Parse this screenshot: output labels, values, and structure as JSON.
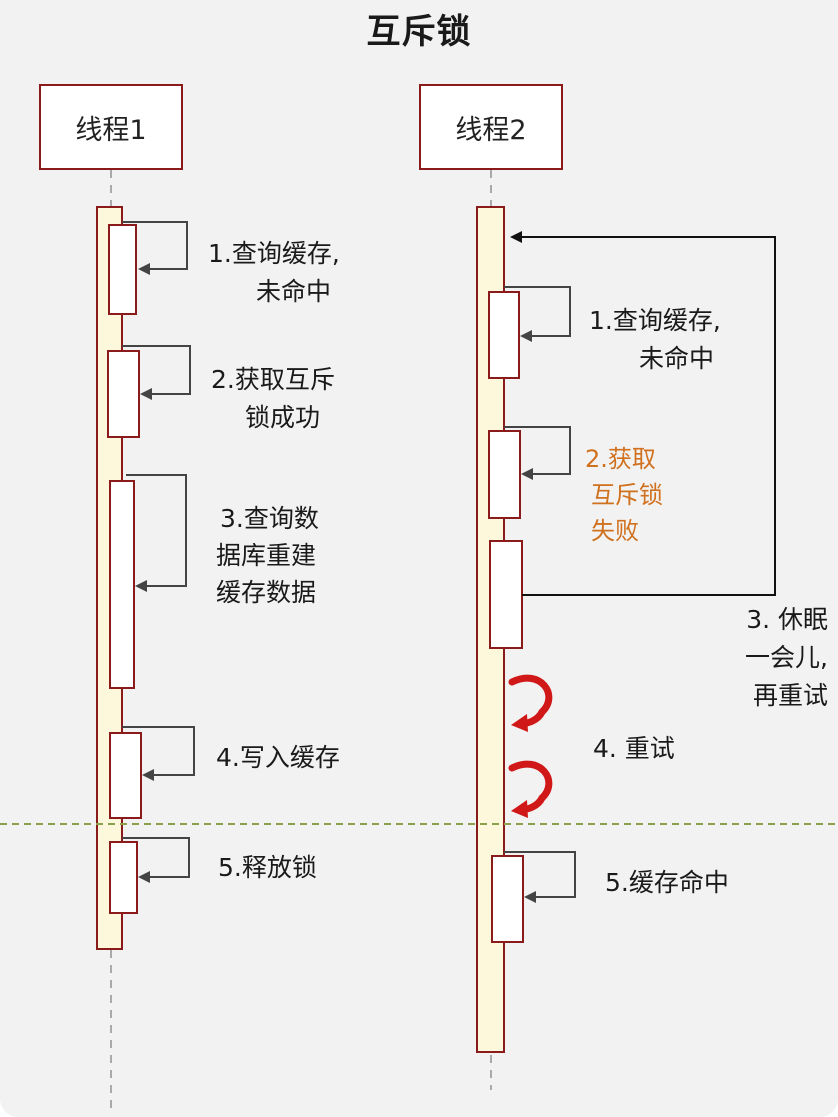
{
  "title": "互斥锁",
  "participants": {
    "thread1": "线程1",
    "thread2": "线程2"
  },
  "thread1_steps": {
    "step1": [
      "1.查询缓存,",
      "未命中"
    ],
    "step2": [
      "2.获取互斥",
      "锁成功"
    ],
    "step3": [
      "3.查询数",
      "据库重建",
      "缓存数据"
    ],
    "step4": "4.写入缓存",
    "step5": "5.释放锁"
  },
  "thread2_steps": {
    "step1": [
      "1.查询缓存,",
      "未命中"
    ],
    "step2": [
      "2.获取",
      "互斥锁",
      "失败"
    ],
    "step3": [
      "3. 休眠",
      "一会儿,",
      "再重试"
    ],
    "step4": "4. 重试",
    "step5": "5.缓存命中"
  },
  "colors": {
    "border": "#8b1a1a",
    "lifeline_fill": "#fdf8dc",
    "fail_text": "#d0711f",
    "retry_arrow": "#d01818",
    "separator": "#8aa04a"
  }
}
